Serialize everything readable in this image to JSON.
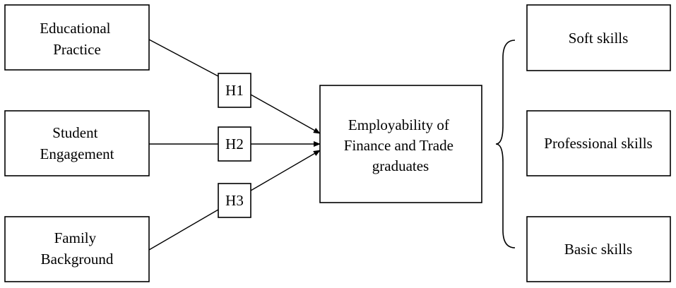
{
  "inputs": {
    "educational_practice": [
      "Educational",
      "Practice"
    ],
    "student_engagement": [
      "Student",
      "Engagement"
    ],
    "family_background": [
      "Family",
      "Background"
    ]
  },
  "hypotheses": {
    "h1": "H1",
    "h2": "H2",
    "h3": "H3"
  },
  "outcome": [
    "Employability of",
    "Finance and Trade",
    "graduates"
  ],
  "skills": {
    "soft": "Soft skills",
    "professional": "Professional skills",
    "basic": "Basic skills"
  }
}
